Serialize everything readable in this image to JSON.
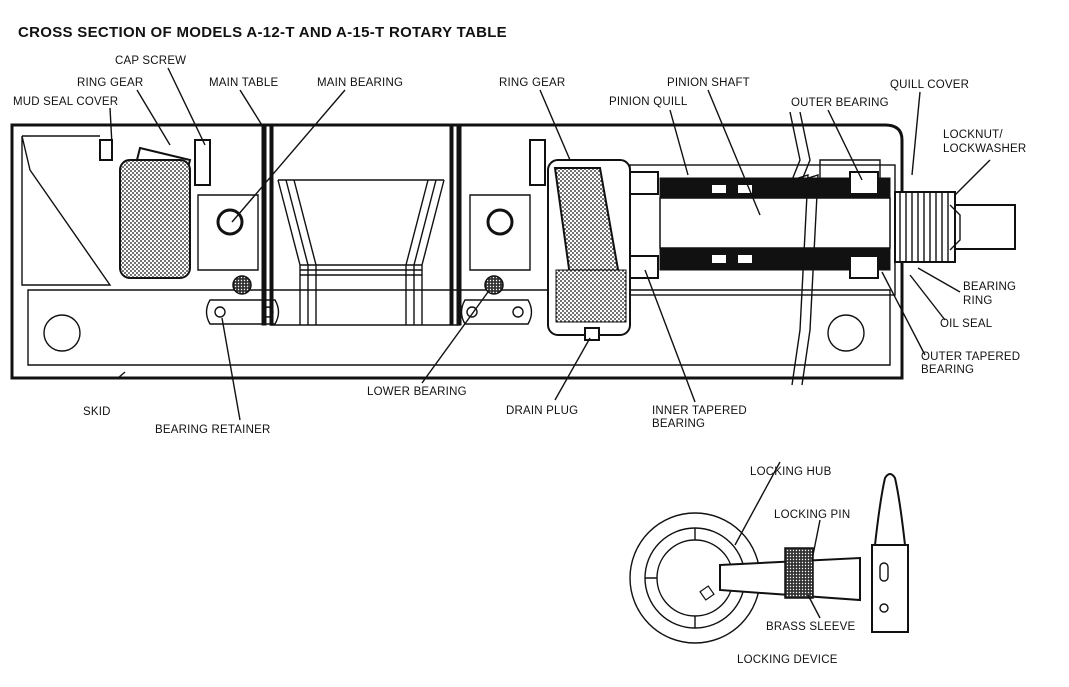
{
  "title": "CROSS SECTION OF MODELS A-12-T AND A-15-T ROTARY TABLE",
  "labels": {
    "cap_screw": "CAP SCREW",
    "ring_gear_left": "RING GEAR",
    "mud_seal_cover": "MUD SEAL COVER",
    "main_table": "MAIN TABLE",
    "main_bearing": "MAIN BEARING",
    "ring_gear_right": "RING GEAR",
    "pinion_shaft": "PINION SHAFT",
    "pinion_quill": "PINION QUILL",
    "outer_bearing": "OUTER BEARING",
    "quill_cover": "QUILL COVER",
    "locknut_line1": "LOCKNUT/",
    "locknut_line2": "LOCKWASHER",
    "bearing_ring_line1": "BEARING",
    "bearing_ring_line2": "RING",
    "oil_seal": "OIL SEAL",
    "outer_tapered_line1": "OUTER TAPERED",
    "outer_tapered_line2": "BEARING",
    "lower_bearing": "LOWER BEARING",
    "skid": "SKID",
    "drain_plug": "DRAIN PLUG",
    "inner_tapered_line1": "INNER TAPERED",
    "inner_tapered_line2": "BEARING",
    "bearing_retainer": "BEARING RETAINER",
    "locking_hub": "LOCKING HUB",
    "locking_pin": "LOCKING PIN",
    "brass_sleeve": "BRASS SLEEVE",
    "locking_device": "LOCKING DEVICE"
  },
  "colors": {
    "ink": "#111111",
    "paper": "#ffffff"
  }
}
